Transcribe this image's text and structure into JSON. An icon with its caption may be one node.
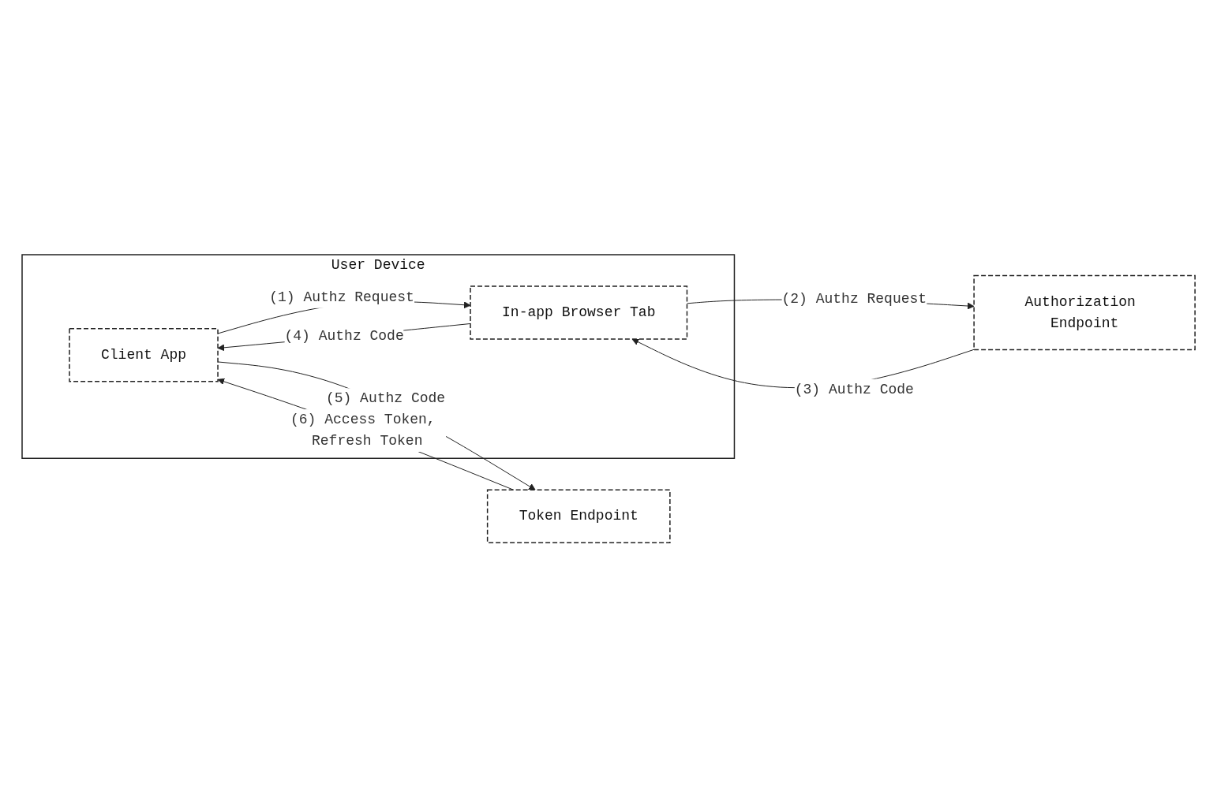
{
  "diagram": {
    "nodes": [
      {
        "text": [
          "User Device"
        ]
      },
      {
        "text": [
          "Client App"
        ],
        "in": 0
      },
      {
        "text": [
          "In-app Browser Tab"
        ],
        "in": 0
      },
      {
        "text": [
          "Token Endpoint"
        ]
      },
      {
        "text": [
          "Authorization Endpoint"
        ]
      }
    ],
    "edges": [
      {
        "from": 1,
        "to": 2,
        "arrow": "to",
        "label": "(1) Authz Request"
      },
      {
        "from": 2,
        "to": 4,
        "arrow": "to",
        "label": "(2) Authz Request"
      },
      {
        "from": 4,
        "to": 2,
        "arrow": "to",
        "label": "(3) Authz Code"
      },
      {
        "from": 2,
        "to": 1,
        "arrow": "to",
        "label": "(4) Authz Code"
      },
      {
        "from": 1,
        "to": 3,
        "arrow": "to",
        "label": "(5) Authz Code"
      },
      {
        "from": 3,
        "to": 1,
        "arrow": "to",
        "label": "(6) Access Token, Refresh Token"
      }
    ]
  }
}
